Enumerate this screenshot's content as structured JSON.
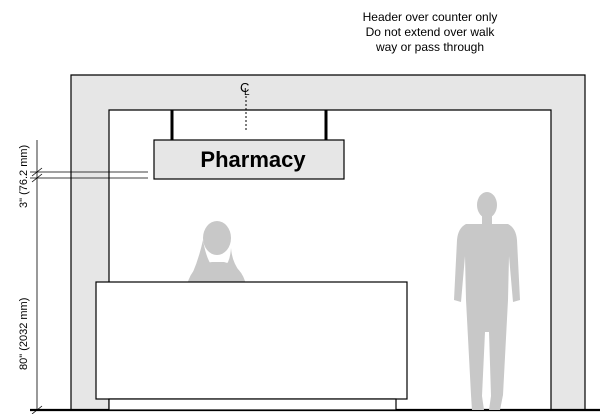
{
  "header_note": {
    "line1": "Header over counter only",
    "line2": "Do not extend over walk",
    "line3": "way or pass through"
  },
  "sign": {
    "label": "Pharmacy"
  },
  "centerline": {
    "symbol": "C",
    "suffix": "L"
  },
  "dimensions": {
    "clearance_label": "3\" (76.2 mm)",
    "height_label": "80\" (2032 mm)"
  },
  "colors": {
    "frame_fill": "#e6e6e6",
    "sign_fill": "#e6e6e6",
    "figure_fill": "#c8c8c8",
    "line": "#000000"
  }
}
